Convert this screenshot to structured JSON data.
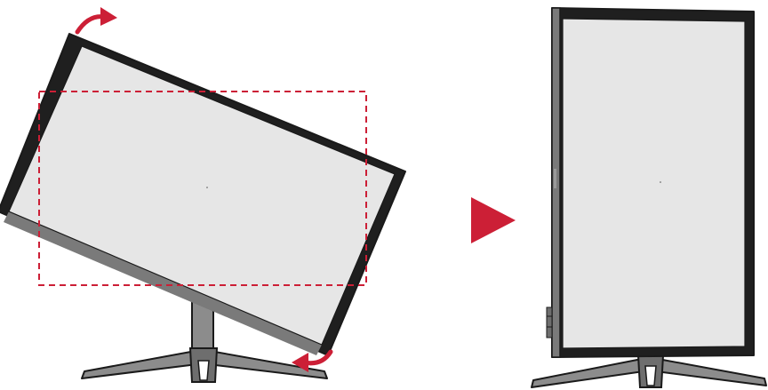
{
  "figure": {
    "type": "monitor-pivot-instruction",
    "rotation_direction": "clockwise",
    "rotation_degrees": 90,
    "colors": {
      "screen": "#e6e6e6",
      "bezel": "#1f1f1f",
      "bezel_bottom": "#7a7a7a",
      "stand": "#8c8c8c",
      "outline": "#1a1a1a",
      "accent": "#cc1f36",
      "guide": "#cc1f36",
      "background": "#ffffff"
    },
    "icons": [
      "rotate-arrow-icon",
      "play-arrow-icon"
    ]
  }
}
